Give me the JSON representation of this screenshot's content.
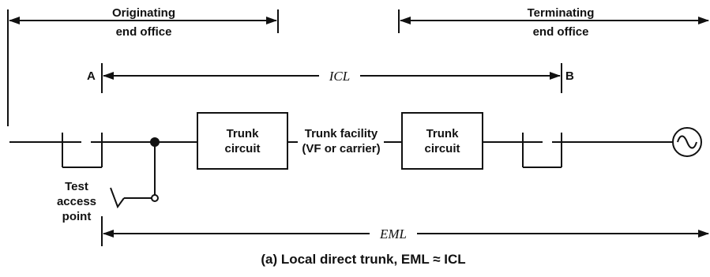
{
  "diagram": {
    "originating_office": [
      "Originating",
      "end office"
    ],
    "terminating_office": [
      "Terminating",
      "end office"
    ],
    "point_a": "A",
    "point_b": "B",
    "icl_label": "ICL",
    "eml_label": "EML",
    "trunk_circuit_left": [
      "Trunk",
      "circuit"
    ],
    "trunk_circuit_right": [
      "Trunk",
      "circuit"
    ],
    "trunk_facility": [
      "Trunk facility",
      "(VF or carrier)"
    ],
    "test_access_point": [
      "Test",
      "access",
      "point"
    ],
    "caption": "(a)  Local direct trunk, EML ≈ ICL"
  }
}
